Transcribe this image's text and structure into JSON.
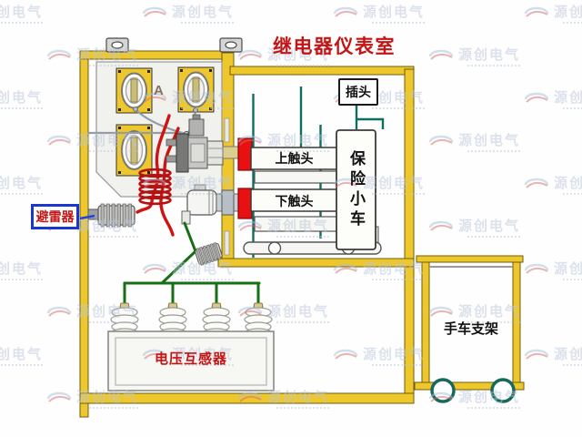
{
  "title": "继电器仪表室",
  "watermark": {
    "text": "源创电气"
  },
  "labels": {
    "plug": "插头",
    "upper_contact": "上触头",
    "lower_contact": "下触头",
    "fuse_trolley": "保险小车",
    "arrester": "避雷器",
    "voltage_transformer": "电压互感器",
    "trolley_bracket": "手车支架",
    "phase_marker": "A"
  },
  "colors": {
    "frame_yellow": "#edc72c",
    "title_red": "#c41414",
    "contact_red": "#e81010",
    "wire_red": "#cf1212",
    "wire_green": "#157015",
    "wire_teal": "#0e6e60",
    "arrester_box_blue": "#1a38d0",
    "watermark_blue": "#b9c7da"
  }
}
